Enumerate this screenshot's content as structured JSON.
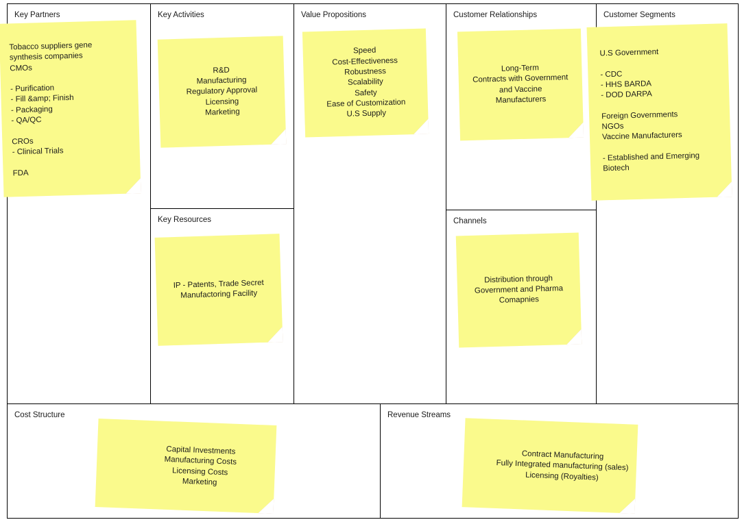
{
  "canvas": {
    "title": "Business Model Canvas",
    "note_color": "#fafa8c",
    "fold_color": "#d9b4cd",
    "border_color": "#000000",
    "text_color": "#1a1a1a"
  },
  "blocks": {
    "key_partners": {
      "title": "Key Partners",
      "note": "Tobacco suppliers gene\nsynthesis companies\nCMOs\n\n- Purification\n- Fill &amp; Finish\n- Packaging\n- QA/QC\n\nCROs\n- Clinical Trials\n\nFDA"
    },
    "key_activities": {
      "title": "Key Activities",
      "note": "R&D\nManufacturing\nRegulatory Approval\nLicensing\nMarketing"
    },
    "key_resources": {
      "title": "Key Resources",
      "note": "IP - Patents, Trade Secret\nManufactoring Facility"
    },
    "value_propositions": {
      "title": "Value Propositions",
      "note": "Speed\nCost-Effectiveness\nRobustness\nScalability\nSafety\nEase of Customization\nU.S Supply"
    },
    "customer_relationships": {
      "title": "Customer Relationships",
      "note": "Long-Term\nContracts with Government\nand Vaccine\nManufacturers"
    },
    "channels": {
      "title": "Channels",
      "note": "Distribution through\nGovernment and Pharma\nComapnies"
    },
    "customer_segments": {
      "title": "Customer Segments",
      "note": "U.S Government\n\n- CDC\n- HHS BARDA\n- DOD DARPA\n\nForeign Governments\nNGOs\nVaccine Manufacturers\n\n- Established and Emerging\nBiotech"
    },
    "cost_structure": {
      "title": "Cost Structure",
      "note": "Capital Investments\nManufacturing Costs\nLicensing Costs\nMarketing"
    },
    "revenue_streams": {
      "title": "Revenue Streams",
      "note": "Contract Manufacturing\nFully Integrated manufacturing (sales)\nLicensing (Royalties)"
    }
  }
}
